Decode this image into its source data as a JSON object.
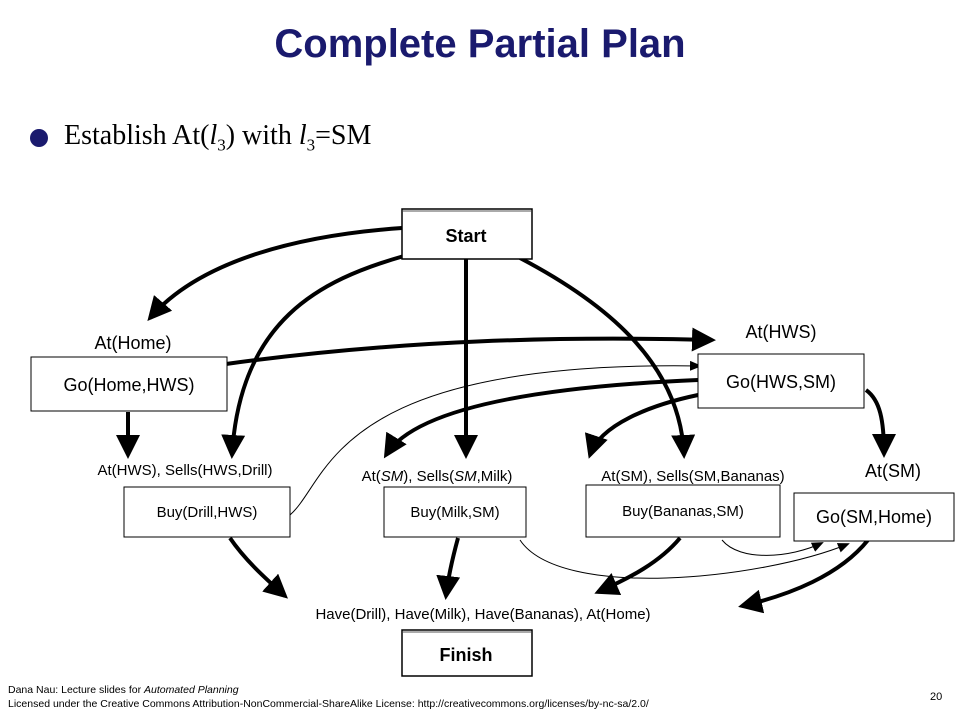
{
  "slide": {
    "title": "Complete Partial Plan",
    "bullet": {
      "prefix": "Establish At(",
      "var1": "l",
      "sub1": "3",
      "middle": ") with ",
      "var2": "l",
      "sub2": "3",
      "suffix": "=SM"
    },
    "page_number": "20"
  },
  "diagram": {
    "nodes": {
      "start": "Start",
      "finish": "Finish",
      "go_home_hws": "Go(Home,HWS)",
      "go_hws_sm": "Go(HWS,SM)",
      "go_sm_home": "Go(SM,Home)",
      "buy_drill": "Buy(Drill,HWS)",
      "buy_milk": "Buy(Milk,SM)",
      "buy_bananas": "Buy(Bananas,SM)"
    },
    "labels": {
      "at_home": "At(Home)",
      "at_hws": "At(HWS)",
      "at_sm": "At(SM)",
      "pre_drill": "At(HWS),  Sells(HWS,Drill)",
      "pre_milk_a": "At(",
      "pre_milk_b": "SM",
      "pre_milk_c": "),  Sells(",
      "pre_milk_d": "SM",
      "pre_milk_e": ",Milk)",
      "pre_bananas": "At(SM),  Sells(SM,Bananas)",
      "goals": "Have(Drill), Have(Milk), Have(Bananas), At(Home)"
    }
  },
  "footer": {
    "line1_prefix": "Dana Nau:  Lecture slides for ",
    "line1_title": "Automated Planning",
    "line2": "Licensed under the Creative Commons Attribution-NonCommercial-ShareAlike  License: http://creativecommons.org/licenses/by-nc-sa/2.0/"
  }
}
